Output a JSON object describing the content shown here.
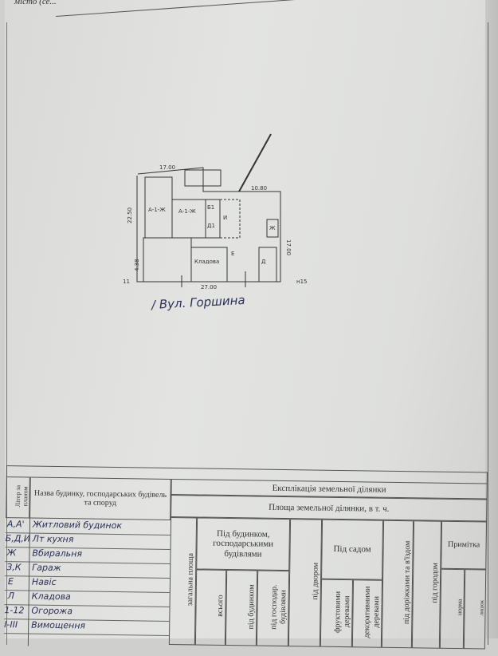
{
  "header": {
    "city_label": "місто (се..."
  },
  "plan": {
    "dimensions": [
      "17.00",
      "10.80",
      "17.00",
      "27.00",
      "22.50",
      "4.38",
      "11",
      "н15"
    ],
    "rooms": [
      "А-1-Ж",
      "А-1-Ж",
      "Б1",
      "Д1",
      "Ж",
      "И",
      "Е",
      "Кладова",
      "Д"
    ],
    "street": "/ Вул. Горшина"
  },
  "table": {
    "title": "Експлікація земельної ділянки",
    "col_litera": "Літер за планом",
    "col_name": "Назва будинку, господарських будівель та споруд",
    "area_header": "Площа земельної ділянки, в т. ч.",
    "col_total": "загальна площа",
    "group_buildings": "Під будинком, господарськими будівлями",
    "col_all": "всього",
    "col_house": "під будинком",
    "col_outbuildings": "під господар. будівлями",
    "col_yard": "під двором",
    "group_garden": "Під садом",
    "col_fruit": "фруктовими деревами",
    "col_decor": "декоративними деревами",
    "col_paths": "під доріжками та в'їздом",
    "col_vegetable": "під городом",
    "group_note": "Примітка",
    "col_norm": "норма",
    "col_excess": "лишок",
    "rows": [
      {
        "litera": "А,А'",
        "name": "Житловий будинок"
      },
      {
        "litera": "Б,Д,И",
        "name": "Лт кухня"
      },
      {
        "litera": "Ж",
        "name": "Вбиральня"
      },
      {
        "litera": "З,К",
        "name": "Гараж"
      },
      {
        "litera": "Е",
        "name": "Навіс"
      },
      {
        "litera": "Л",
        "name": "Кладова"
      },
      {
        "litera": "1-12",
        "name": "Огорожа"
      },
      {
        "litera": "І-ІІІ",
        "name": "Вимощення"
      }
    ]
  }
}
